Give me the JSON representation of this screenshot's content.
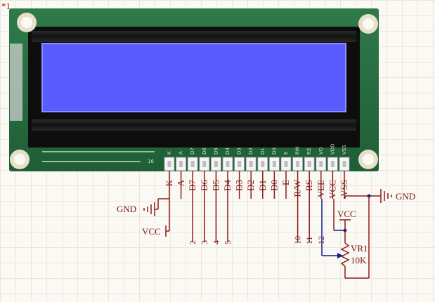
{
  "figure_tag": "*1",
  "pins": [
    {
      "label": "K",
      "num": ""
    },
    {
      "label": "A",
      "num": ""
    },
    {
      "label": "D7",
      "num": "2"
    },
    {
      "label": "D6",
      "num": "3"
    },
    {
      "label": "D5",
      "num": "4"
    },
    {
      "label": "D4",
      "num": "5"
    },
    {
      "label": "D3",
      "num": ""
    },
    {
      "label": "D2",
      "num": ""
    },
    {
      "label": "D1",
      "num": ""
    },
    {
      "label": "D0",
      "num": ""
    },
    {
      "label": "E",
      "num": ""
    },
    {
      "label": "R/W",
      "num": "10"
    },
    {
      "label": "RS",
      "num": "11"
    },
    {
      "label": "VEE",
      "num": "12"
    },
    {
      "label": "VCC",
      "num": ""
    },
    {
      "label": "VSS",
      "num": ""
    }
  ],
  "power": {
    "gnd_left": "GND",
    "vcc_left": "VCC",
    "gnd_right": "GND",
    "vcc_right": "VCC"
  },
  "pot": {
    "name": "VR1",
    "value": "10K"
  },
  "silkscreen": [
    "K",
    "A",
    "D7",
    "D6",
    "D5",
    "D4",
    "D3",
    "D2",
    "D1",
    "D0",
    "E",
    "RW",
    "RS",
    "VO",
    "VDD",
    "VSS"
  ],
  "silk_pin_number": "16"
}
